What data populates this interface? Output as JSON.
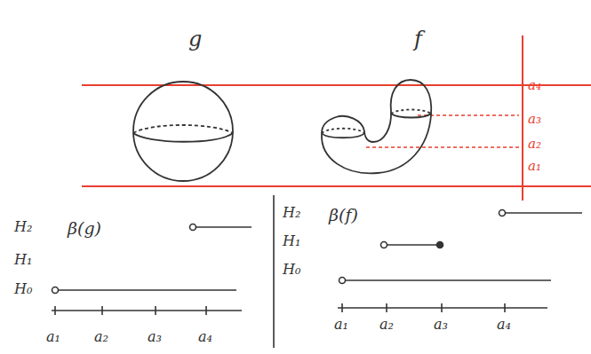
{
  "diagram": {
    "labels": [
      "g",
      "f",
      "a₄",
      "a₃",
      "a₂",
      "a₁",
      "H₂",
      "β(g)",
      "H₁",
      "H₀",
      "a₁",
      "a₂",
      "a₃",
      "a₄",
      "H₂",
      "β(f)",
      "H₁",
      "H₀",
      "a₁",
      "a₂",
      "a₃",
      "a₄"
    ]
  }
}
